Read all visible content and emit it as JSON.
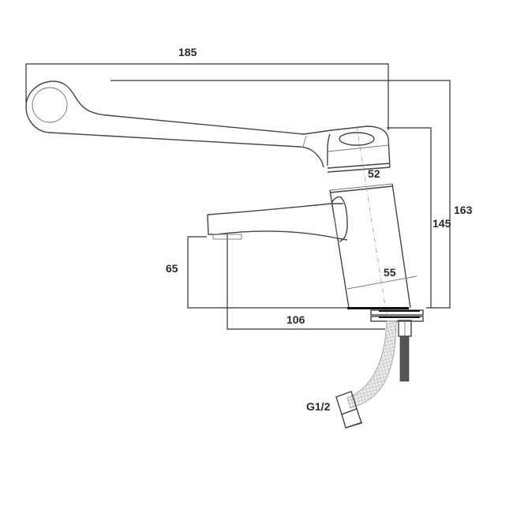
{
  "diagram": {
    "subject": "Single lever basin mixer tap with extended clinical lever and flexible hose",
    "dimensions": {
      "overall_length": "185",
      "lever_height": "163",
      "body_height": "145",
      "body_top_width": "52",
      "body_base_width": "55",
      "spout_height": "65",
      "spout_reach": "106",
      "hose_connection": "G1/2"
    },
    "colors": {
      "line": "#444444",
      "text": "#2a2a2a",
      "background": "#ffffff"
    }
  }
}
